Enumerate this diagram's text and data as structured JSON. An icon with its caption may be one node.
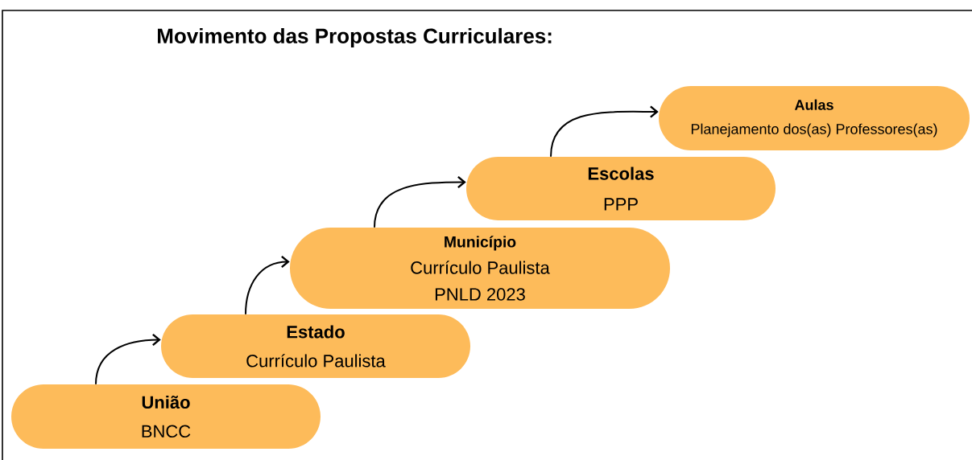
{
  "diagram": {
    "title": "Movimento das Propostas Curriculares:",
    "nodes": [
      {
        "text": [
          "União",
          "BNCC"
        ]
      },
      {
        "text": [
          "Estado",
          "Currículo Paulista"
        ]
      },
      {
        "text": [
          "Município",
          "Currículo Paulista",
          "PNLD 2023"
        ]
      },
      {
        "text": [
          "Escolas",
          "PPP"
        ]
      },
      {
        "text": [
          "Aulas",
          "Planejamento dos(as) Professores(as)"
        ]
      }
    ],
    "edges": [
      {
        "from": 0,
        "to": 1,
        "arrow": "to"
      },
      {
        "from": 1,
        "to": 2,
        "arrow": "to"
      },
      {
        "from": 2,
        "to": 3,
        "arrow": "to"
      },
      {
        "from": 3,
        "to": 4,
        "arrow": "to"
      }
    ]
  }
}
